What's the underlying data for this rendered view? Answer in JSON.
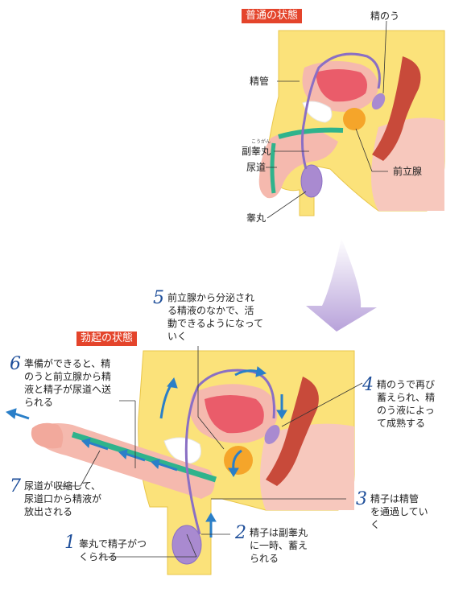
{
  "top": {
    "badge": "普通の状態",
    "labels": {
      "seminal_vesicle": "精のう",
      "vas_deferens": "精管",
      "epididymis_ruby": "こうがん",
      "epididymis": "副睾丸",
      "urethra": "尿道",
      "prostate": "前立腺",
      "testis": "睾丸"
    }
  },
  "bottom": {
    "badge": "勃起の状態",
    "steps": [
      {
        "num": "1",
        "text": "睾丸で精子がつ\nくられる"
      },
      {
        "num": "2",
        "text": "精子は副睾丸\nに一時、蓄え\nられる"
      },
      {
        "num": "3",
        "text": "精子は精管\nを通過してい\nく"
      },
      {
        "num": "4",
        "text": "精のうで再び\n蓄えられ、精\nのう液によっ\nて成熟する"
      },
      {
        "num": "5",
        "text": "前立腺から分泌され\nる精液のなかで、活\n動できるようになって\nいく"
      },
      {
        "num": "6",
        "text": "準備ができると、精\nのうと前立腺から精\n液と精子が尿道へ送\nられる"
      },
      {
        "num": "7",
        "text": "尿道が収縮して、\n尿道口から精液が\n放出される"
      }
    ]
  },
  "colors": {
    "skin": "#fbe27a",
    "skin_edge": "#e9c64a",
    "pink": "#f5b9ae",
    "bladder": "#ea5c6a",
    "rectum": "#c84a3a",
    "prostate": "#f5a52a",
    "testis": "#a98ad0",
    "duct": "#8a6fc4",
    "urethra": "#2fb38c",
    "arrow": "#2a7fc8",
    "badge": "#e4442b",
    "big_arrow": "#c9b8e3"
  }
}
